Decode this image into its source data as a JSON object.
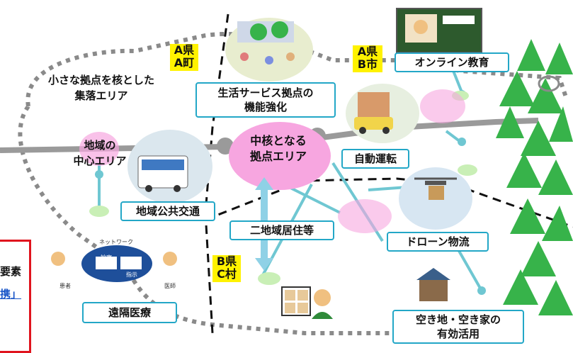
{
  "labels": {
    "small_hub_area": "小さな拠点を核とした\n集落エリア",
    "regional_center": "地域の\n中心エリア",
    "core_hub_area": "中核となる\n拠点エリア"
  },
  "prefectures": {
    "a_town": "A県\nA町",
    "a_city": "A県\nB市",
    "c_village": "B県\nC村"
  },
  "boxes": {
    "life_service": "生活サービス拠点の\n機能強化",
    "online_education": "オンライン教育",
    "autonomous_driving": "自動運転",
    "public_transport": "地域公共交通",
    "dual_residence": "二地域居住等",
    "drone_logistics": "ドローン物流",
    "telemedicine": "遠隔医療",
    "vacant_land": "空き地・空き家の\n有効活用"
  },
  "telemedicine_illustration": {
    "network": "ネットワーク",
    "diagnosis": "診察",
    "instruction": "指示",
    "patient": "患者",
    "doctor": "医師"
  },
  "side_panel": {
    "line1": "要素",
    "line2": "携」"
  },
  "colors": {
    "accent_border": "#23a7c7",
    "prefecture_bg": "#fff200",
    "core_pink": "#f7a6e0",
    "tree_green": "#37b34a",
    "frame_red": "#e0141e"
  }
}
